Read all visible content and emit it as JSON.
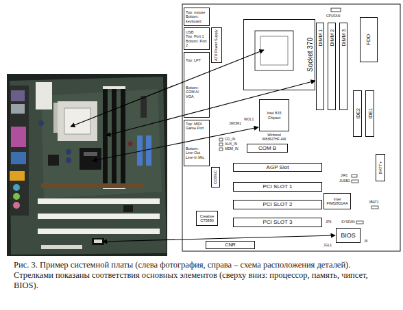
{
  "diagram": {
    "caption": "Рис. 3. Пример системной платы (слева фотография, справа – схема расположения деталей). Стрелками показаны соответствия основных элементов (сверху вниз: процессор, память, чипсет, BIOS).",
    "nodes": [
      {
        "text": [
          "Top: mouse",
          "Bottom: keyboard"
        ]
      },
      {
        "text": [
          "USB",
          "Top: Port 1",
          "Bottom: Port 2"
        ]
      },
      {
        "text": [
          "ATX Power Supply"
        ]
      },
      {
        "text": [
          "Top: LPT",
          "Bottom: COM A/ VGA"
        ]
      },
      {
        "text": [
          "Socket 370"
        ]
      },
      {
        "text": [
          "DIMM 1"
        ]
      },
      {
        "text": [
          "DIMM 2"
        ]
      },
      {
        "text": [
          "DIMM 3"
        ]
      },
      {
        "text": [
          "FDD"
        ]
      },
      {
        "text": [
          "IDE2"
        ]
      },
      {
        "text": [
          "IDE1"
        ]
      },
      {
        "text": [
          "Intel 815 Chipset"
        ]
      },
      {
        "text": [
          "Top: MIDI Game Port",
          "Bottom: Line-Out Line-In Mic"
        ]
      },
      {
        "text": [
          "COM B"
        ]
      },
      {
        "text": [
          "BATT+"
        ]
      },
      {
        "text": [
          "AGP Slot"
        ]
      },
      {
        "text": [
          "CODEC"
        ]
      },
      {
        "text": [
          "PCI SLOT 1"
        ]
      },
      {
        "text": [
          "PCI SLOT 2"
        ]
      },
      {
        "text": [
          "PCI SLOT 3"
        ]
      },
      {
        "text": [
          "Intel FW82801AA"
        ]
      },
      {
        "text": [
          "Creative CT5880"
        ]
      },
      {
        "text": [
          "BIOS"
        ]
      },
      {
        "text": [
          "CNR"
        ]
      }
    ],
    "labels": [
      "CPUFAN",
      "JWOM1",
      "WOL1",
      "Winbond W83627HF-AW",
      "CD_IN",
      "AUX_IN",
      "MDM_IN",
      "JIR1",
      "JUSB1",
      "JBAT1",
      "JP4",
      "SYSFAN",
      "JGL1",
      "J6"
    ]
  }
}
